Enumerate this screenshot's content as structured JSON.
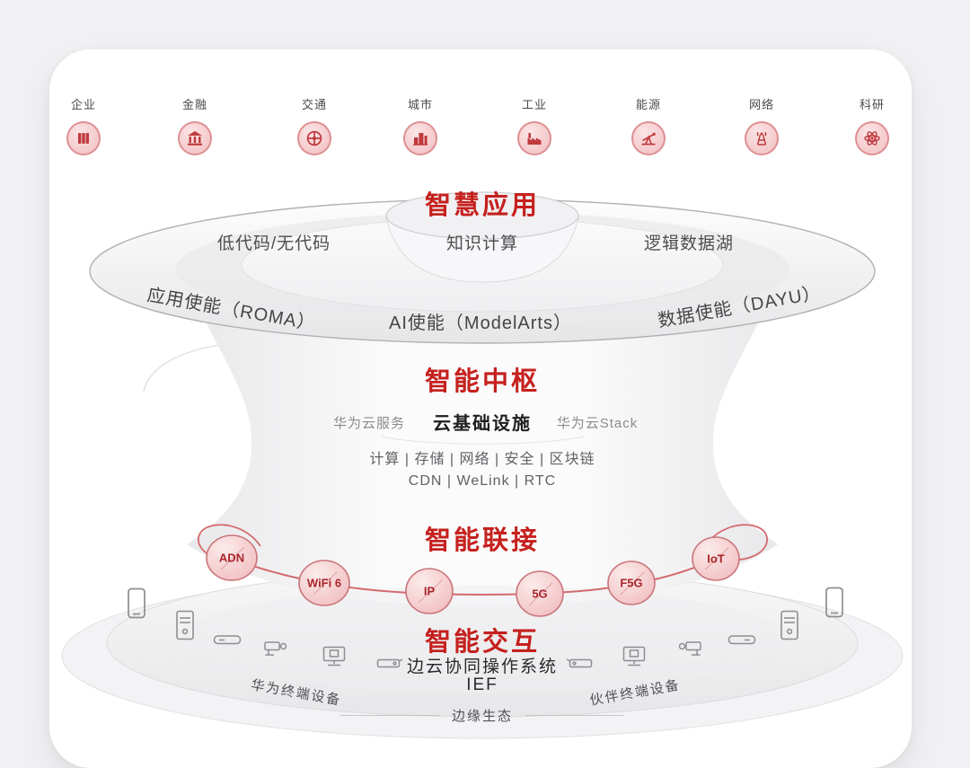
{
  "colors": {
    "accent_red": "#C5211E",
    "node_text_red": "#A8272C",
    "node_fill_pink": "#F6CFD1",
    "node_border_pink": "#C97579",
    "connector_pink": "#D4696D"
  },
  "industries": [
    {
      "label": "企业",
      "icon": "enterprise"
    },
    {
      "label": "金融",
      "icon": "finance"
    },
    {
      "label": "交通",
      "icon": "transport"
    },
    {
      "label": "城市",
      "icon": "city"
    },
    {
      "label": "工业",
      "icon": "industry"
    },
    {
      "label": "能源",
      "icon": "energy"
    },
    {
      "label": "网络",
      "icon": "network"
    },
    {
      "label": "科研",
      "icon": "research"
    }
  ],
  "layers": {
    "application": {
      "title": "智慧应用",
      "surface_left": "低代码/无代码",
      "surface_center": "知识计算",
      "surface_right": "逻辑数据湖",
      "rim_left": "应用使能（ROMA）",
      "rim_center": "AI使能（ModelArts）",
      "rim_right": "数据使能（DAYU）"
    },
    "hub": {
      "title": "智能中枢",
      "left": "华为云服务",
      "center": "云基础设施",
      "right": "华为云Stack",
      "row1": "计算 | 存储 | 网络 | 安全 | 区块链",
      "row2": "CDN | WeLink | RTC"
    },
    "connect": {
      "title": "智能联接",
      "nodes": [
        "ADN",
        "WiFi 6",
        "IP",
        "5G",
        "F5G",
        "IoT"
      ]
    },
    "interact": {
      "title": "智能交互",
      "os_line1": "边云协同操作系统",
      "os_line2": "IEF",
      "devices_left": "华为终端设备",
      "devices_right": "伙伴终端设备",
      "ecosystem": "边缘生态"
    }
  }
}
